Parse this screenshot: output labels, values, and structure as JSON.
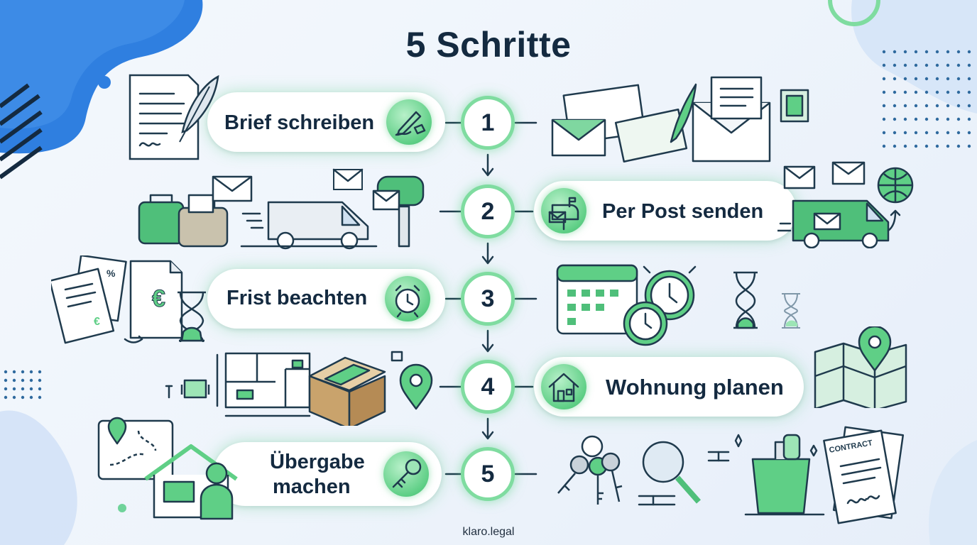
{
  "title": "5 Schritte",
  "steps": [
    {
      "number": "1",
      "label": "Brief schreiben"
    },
    {
      "number": "2",
      "label": "Per Post senden"
    },
    {
      "number": "3",
      "label": "Frist beachten"
    },
    {
      "number": "4",
      "label": "Wohnung planen"
    },
    {
      "number": "5",
      "label_line1": "Übergabe",
      "label_line2": "machen"
    }
  ],
  "illustration_text": {
    "percent_sign": "%",
    "euro_sign": "€",
    "contract_word": "CONTRACT"
  },
  "footer": "klaro.legal",
  "colors": {
    "accent_green": "#5fcf86",
    "dark_navy": "#142a40",
    "blue_blob": "#2f7fe0"
  }
}
